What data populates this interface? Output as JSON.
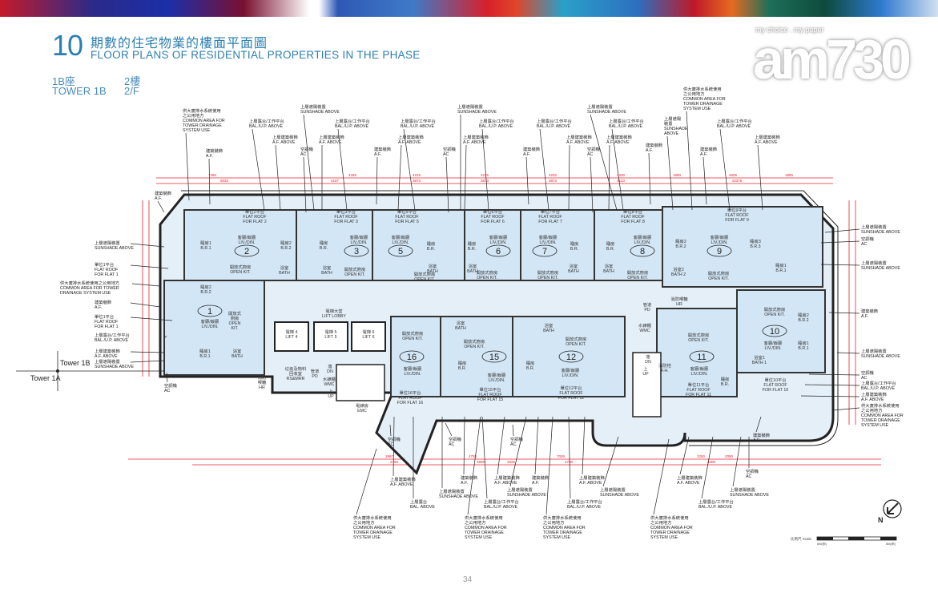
{
  "header": {
    "section_number": "10",
    "title_zh": "期數的住宅物業的樓面平面圖",
    "title_en": "FLOOR PLANS OF RESIDENTIAL PROPERTIES IN THE PHASE",
    "tower_zh": "1B座",
    "tower_en": "TOWER 1B",
    "floor_zh": "2樓",
    "floor_en": "2/F"
  },
  "watermark": {
    "tagline": "my choice . my paper",
    "name": "am730"
  },
  "colors": {
    "accent": "#2c7fb0",
    "dimension": "#e8202f",
    "flat_fill": "#d3e6f5",
    "wall": "#333333",
    "fixture": "#e87a1a"
  },
  "flats": [
    {
      "number": "2",
      "rooms": [
        [
          "睡房1",
          "B.R.1"
        ],
        [
          "客廳/飯廳",
          "LIV./DIN."
        ],
        [
          "睡房2",
          "B.R.2"
        ],
        [
          "開放式廚房",
          "OPEN KIT."
        ],
        [
          "浴室",
          "BATH"
        ],
        [
          "單位2平台",
          "FLAT ROOF",
          "FOR FLAT 2"
        ]
      ]
    },
    {
      "number": "3",
      "rooms": [
        [
          "睡房",
          "B.R."
        ],
        [
          "客廳/飯廳",
          "LIV./DIN."
        ],
        [
          "浴室",
          "BATH"
        ],
        [
          "開放式廚房",
          "OPEN KIT."
        ],
        [
          "單位3平台",
          "FLAT ROOF",
          "FOR FLAT 3"
        ]
      ]
    },
    {
      "number": "5",
      "rooms": [
        [
          "客廳/飯廳",
          "LIV./DIN."
        ],
        [
          "睡房",
          "B.R."
        ],
        [
          "浴室",
          "BATH"
        ],
        [
          "開放式廚房",
          "OPEN KIT."
        ],
        [
          "單位5平台",
          "FLAT ROOF",
          "FOR FLAT 5"
        ]
      ]
    },
    {
      "number": "6",
      "rooms": [
        [
          "睡房",
          "B.R."
        ],
        [
          "客廳/飯廳",
          "LIV./DIN."
        ],
        [
          "浴室",
          "BATH"
        ],
        [
          "開放式廚房",
          "OPEN KIT."
        ],
        [
          "單位6平台",
          "FLAT ROOF",
          "FOR FLAT 6"
        ]
      ]
    },
    {
      "number": "7",
      "rooms": [
        [
          "客廳/飯廳",
          "LIV./DIN."
        ],
        [
          "睡房",
          "B.R."
        ],
        [
          "浴室",
          "BATH"
        ],
        [
          "開放式廚房",
          "OPEN KIT."
        ],
        [
          "單位7平台",
          "FLAT ROOF",
          "FOR FLAT 7"
        ]
      ]
    },
    {
      "number": "8",
      "rooms": [
        [
          "睡房",
          "B.R."
        ],
        [
          "客廳/飯廳",
          "LIV./DIN."
        ],
        [
          "浴室",
          "BATH"
        ],
        [
          "開放式廚房",
          "OPEN KIT."
        ],
        [
          "單位8平台",
          "FLAT ROOF",
          "FOR FLAT 8"
        ]
      ]
    },
    {
      "number": "9",
      "rooms": [
        [
          "睡房2",
          "B.R.2"
        ],
        [
          "客廳/飯廳",
          "LIV./DIN."
        ],
        [
          "睡房3",
          "B.R.3"
        ],
        [
          "睡房1",
          "B.R.1"
        ],
        [
          "浴室2",
          "BATH 2"
        ],
        [
          "開放式廚房",
          "OPEN KIT."
        ],
        [
          "單位9平台",
          "FLAT ROOF",
          "FOR FLAT 9"
        ]
      ]
    },
    {
      "number": "1",
      "rooms": [
        [
          "睡房2",
          "B.R.2"
        ],
        [
          "開放式",
          "廚房",
          "OPEN",
          "KIT."
        ],
        [
          "客廳/飯廳",
          "LIV./DIN."
        ],
        [
          "睡房1",
          "B.R.1"
        ],
        [
          "浴室",
          "BATH"
        ]
      ]
    },
    {
      "number": "16",
      "rooms": [
        [
          "開放式廚房",
          "OPEN KIT."
        ],
        [
          "客廳/飯廳",
          "LIV./DIN."
        ],
        [
          "單位16平台",
          "FLAT ROOF",
          "FOR FLAT 16"
        ]
      ]
    },
    {
      "number": "15",
      "rooms": [
        [
          "浴室",
          "BATH"
        ],
        [
          "開放式廚房",
          "OPEN KIT."
        ],
        [
          "睡房",
          "B.R."
        ],
        [
          "客廳/飯廳",
          "LIV./DIN."
        ],
        [
          "單位15平台",
          "FLAT ROOF",
          "FOR FLAT 15"
        ]
      ]
    },
    {
      "number": "12",
      "rooms": [
        [
          "浴室",
          "BATH"
        ],
        [
          "開放式廚房",
          "OPEN KIT."
        ],
        [
          "睡房",
          "B.R."
        ],
        [
          "客廳/飯廳",
          "LIV./DIN."
        ],
        [
          "單位12平台",
          "FLAT ROOF",
          "FOR FLAT 12"
        ]
      ]
    },
    {
      "number": "11",
      "rooms": [
        [
          "開放式廚房",
          "OPEN KIT."
        ],
        [
          "客廳/飯廳",
          "LIV./DIN."
        ],
        [
          "睡房",
          "B.R."
        ],
        [
          "單位11平台",
          "FLAT ROOF",
          "FOR FLAT 11"
        ]
      ]
    },
    {
      "number": "10",
      "rooms": [
        [
          "開放式廚房",
          "OPEN KIT."
        ],
        [
          "客廳/飯廳",
          "LIV./DIN."
        ],
        [
          "睡房2",
          "B.R.2"
        ],
        [
          "睡房1",
          "B.R.1"
        ],
        [
          "浴室1",
          "BATH 1"
        ],
        [
          "單位10平台",
          "FLAT ROOF",
          "FOR FLAT 10"
        ]
      ]
    }
  ],
  "common": [
    [
      "電梯大堂",
      "LIFT LOBBY"
    ],
    [
      "電梯 4",
      "LIFT 4"
    ],
    [
      "電梯 5",
      "LIFT 5"
    ],
    [
      "電梯 6",
      "LIFT 6"
    ],
    [
      "垃圾及物料",
      "回收室",
      "RS&MRR"
    ],
    [
      "管道",
      "PD"
    ],
    [
      "落",
      "DN"
    ],
    [
      "水錶櫃",
      "WMC"
    ],
    [
      "上",
      "UP"
    ],
    [
      "消防",
      "喉轆",
      "HR"
    ],
    [
      "電錶房",
      "EMC"
    ],
    [
      "管道",
      "PD"
    ],
    [
      "消防喉轆",
      "HR"
    ],
    [
      "水錶櫃",
      "WMC"
    ],
    [
      "落",
      "DN"
    ],
    [
      "上",
      "UP"
    ],
    [
      "消防栓",
      "F.H."
    ]
  ],
  "annotations": [
    [
      "供大廈排水系統使用",
      "之公用地方",
      "COMMON AREA FOR",
      "TOWER DRAINAGE",
      "SYSTEM USE"
    ],
    [
      "建築裝飾",
      "A.F."
    ],
    [
      "上層露台/工作平台",
      "BAL./U.P. ABOVE"
    ],
    [
      "上層建築裝飾",
      "A.F. ABOVE"
    ],
    [
      "上層遮陽裝置",
      "SUNSHADE ABOVE"
    ],
    [
      "空調機",
      "AC"
    ],
    [
      "上層建築裝飾",
      "A.F. ABOVE"
    ],
    [
      "上層露台/工作平台",
      "BAL./U.P. ABOVE"
    ],
    [
      "建築裝飾",
      "A.F."
    ],
    [
      "上層露台/工作平台",
      "BAL./U.P. ABOVE"
    ],
    [
      "上層建築裝飾",
      "A.F. ABOVE"
    ],
    [
      "空調機",
      "AC"
    ],
    [
      "上層遮陽裝置",
      "SUNSHADE ABOVE"
    ],
    [
      "上層露台/工作平台",
      "BAL./U.P. ABOVE"
    ],
    [
      "上層建築裝飾",
      "A.F. ABOVE"
    ],
    [
      "建築裝飾",
      "A.F."
    ],
    [
      "上層露台/工作平台",
      "BAL./U.P. ABOVE"
    ],
    [
      "上層建築裝飾",
      "A.F. ABOVE"
    ],
    [
      "空調機",
      "AC"
    ],
    [
      "上層遮陽裝置",
      "SUNSHADE ABOVE"
    ],
    [
      "上層露台/工作平台",
      "BAL./U.P. ABOVE"
    ],
    [
      "上層建築裝飾",
      "A.F. ABOVE"
    ],
    [
      "建築裝飾",
      "A.F."
    ],
    [
      "上層遮陽",
      "裝置",
      "SUNSHADE",
      "ABOVE"
    ],
    [
      "供大廈排水系統使用",
      "之公用地方",
      "COMMON AREA FOR",
      "TOWER DRAINAGE",
      "SYSTEM USE"
    ],
    [
      "建築裝飾",
      "A.F."
    ],
    [
      "上層露台/工作平台",
      "BAL./U.P. ABOVE"
    ],
    [
      "上層建築裝飾",
      "A.F. ABOVE"
    ],
    [
      "上層遮陽裝置",
      "SUNSHADE ABOVE"
    ],
    [
      "空調機",
      "AC"
    ],
    [
      "上層遮陽裝置",
      "SUNSHADE ABOVE"
    ],
    [
      "建築裝飾",
      "A.F."
    ],
    [
      "上層遮陽裝置",
      "SUNSHADE ABOVE"
    ],
    [
      "空調機",
      "AC"
    ],
    [
      "上層露台/工作平台",
      "BAL./U.P. ABOVE"
    ],
    [
      "上層建築裝飾",
      "A.F. ABOVE"
    ],
    [
      "供大廈排水系統使用",
      "之公用地方",
      "COMMON AREA FOR",
      "TOWER DRAINAGE",
      "SYSTEM USE"
    ],
    [
      "建築裝飾",
      "A.F."
    ],
    [
      "上層遮陽裝置",
      "SUNSHADE ABOVE"
    ],
    [
      "單位1平台",
      "FLAT ROOF",
      "FOR FLAT 1"
    ],
    [
      "供大廈排水系統使用之公用地方",
      "COMMON AREA FOR TOWER",
      "DRAINAGE SYSTEM USE"
    ],
    [
      "建築裝飾",
      "A.F."
    ],
    [
      "單位1平台",
      "FLAT ROOF",
      "FOR FLAT 1"
    ],
    [
      "上層露台/工作平台",
      "BAL./U.P. ABOVE"
    ],
    [
      "上層建築裝飾",
      "A.F. ABOVE"
    ],
    [
      "上層遮陽裝置",
      "SUNSHADE ABOVE"
    ],
    [
      "空調機",
      "AC"
    ],
    [
      "空調機",
      "AC"
    ],
    [
      "空調機",
      "AC"
    ],
    [
      "空調機",
      "AC"
    ],
    [
      "上層建築裝飾",
      "A.F. ABOVE"
    ],
    [
      "上層露台",
      "BAL. ABOVE"
    ],
    [
      "供大廈排水系統使用",
      "之公用地方",
      "COMMON AREA FOR",
      "TOWER DRAINAGE",
      "SYSTEM USE"
    ],
    [
      "上層遮陽裝置",
      "SUNSHADE ABOVE"
    ],
    [
      "建築裝飾",
      "A.F."
    ],
    [
      "上層露台/工作平台",
      "BAL./U.P. ABOVE"
    ],
    [
      "供大廈排水系統使用",
      "之公用地方",
      "COMMON AREA FOR",
      "TOWER DRAINAGE",
      "SYSTEM USE"
    ],
    [
      "上層建築裝飾",
      "A.F. ABOVE"
    ],
    [
      "上層遮陽裝置",
      "SUNSHADE ABOVE"
    ],
    [
      "建築裝飾",
      "A.F."
    ],
    [
      "上層露台/工作平台",
      "BAL./U.P. ABOVE"
    ],
    [
      "供大廈排水系統使用",
      "之公用地方",
      "COMMON AREA FOR",
      "TOWER DRAINAGE",
      "SYSTEM USE"
    ],
    [
      "上層建築裝飾",
      "A.F. ABOVE"
    ],
    [
      "上層遮陽裝置",
      "SUNSHADE ABOVE"
    ],
    [
      "供大廈排水系統使用",
      "之公用地方",
      "COMMON AREA FOR",
      "TOWER DRAINAGE",
      "SYSTEM USE"
    ],
    [
      "上層建築裝飾",
      "A.F. ABOVE"
    ],
    [
      "上層露台/工作平台",
      "BAL./U.P. ABOVE"
    ],
    [
      "上層遮陽裝置",
      "SUNSHADE ABOVE"
    ],
    [
      "空調機",
      "AC"
    ],
    [
      "建築裝飾",
      "A.F."
    ]
  ],
  "dimensions": {
    "top_row1": [
      "7480",
      "4285",
      "4225",
      "4225",
      "4220",
      "4330",
      "1960",
      "4925",
      "1855"
    ],
    "top_row2": [
      "9033",
      "4167",
      "3873",
      "3873",
      "3873",
      "4113",
      "10375"
    ],
    "bottom_row1": [
      "2867",
      "4758",
      "7026",
      "2250",
      "2050"
    ],
    "bottom_row2": [
      "2760",
      "4696",
      "1825",
      "4700",
      "4400"
    ]
  },
  "tower_marks": {
    "upper": "Tower 1B",
    "lower": "Tower 1A"
  },
  "legend": {
    "north": "N",
    "scale_label": "比例尺 Scale",
    "scale_start": "0M(米)",
    "scale_end": "5M(米)"
  },
  "page_number": "34"
}
